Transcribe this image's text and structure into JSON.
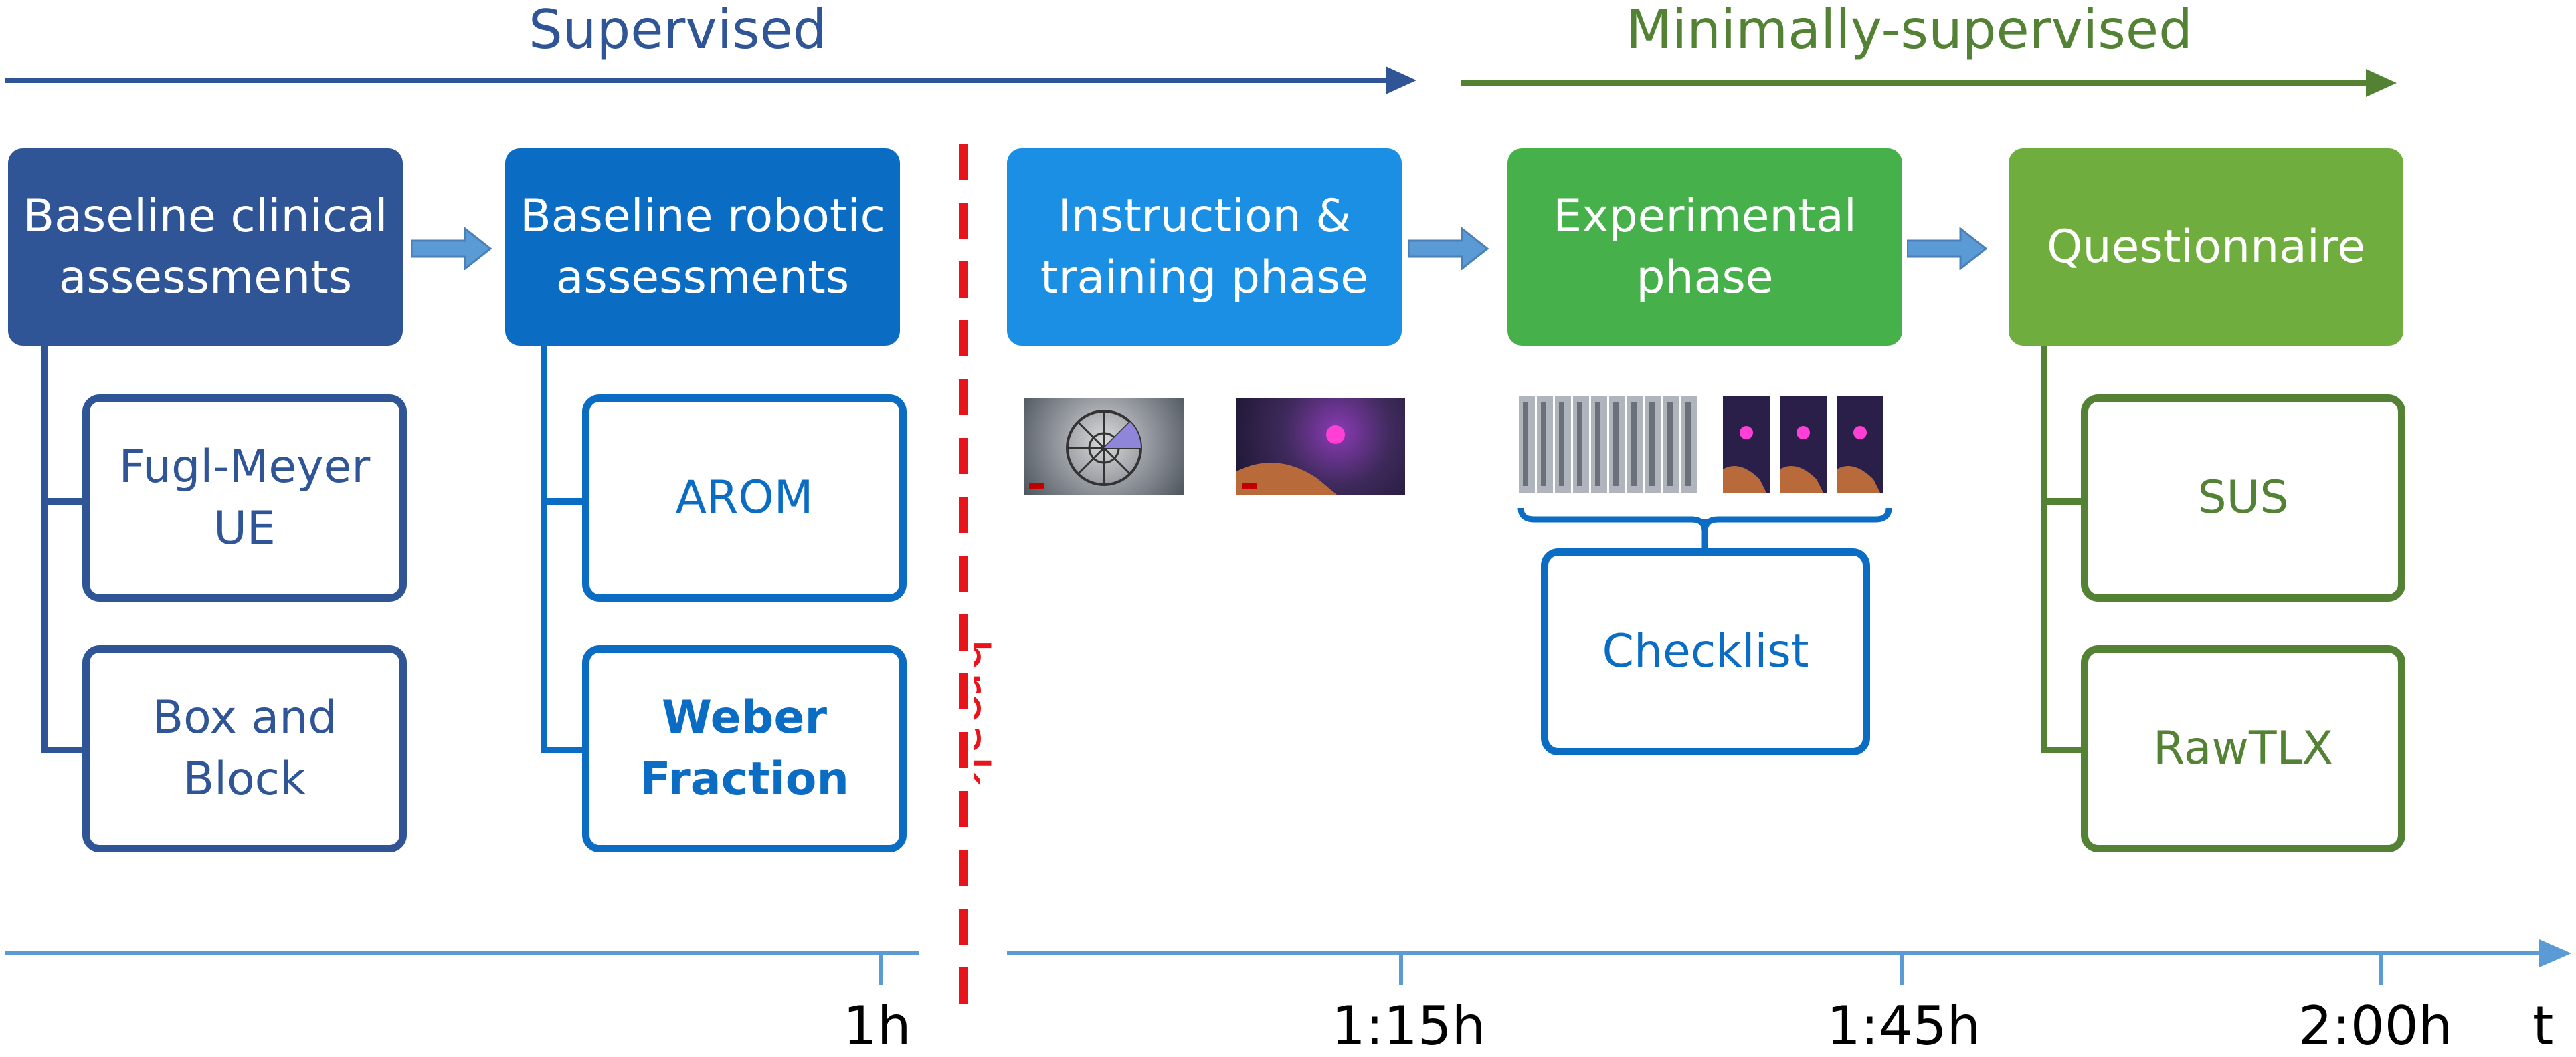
{
  "phases": {
    "supervised": "Supervised",
    "minimally_supervised": "Minimally-supervised"
  },
  "stages": {
    "clinical": "Baseline clinical\nassessments",
    "robotic": "Baseline robotic\nassessments",
    "instruction": "Instruction &\ntraining phase",
    "experimental": "Experimental\nphase",
    "questionnaire": "Questionnaire"
  },
  "assessments": {
    "fugl_meyer": "Fugl-Meyer\nUE",
    "box_block": "Box and\nBlock",
    "arom": "AROM",
    "weber": "Weber\nFraction",
    "checklist": "Checklist",
    "sus": "SUS",
    "rawtlx": "RawTLX"
  },
  "break_label": "break",
  "timeline": {
    "ticks": [
      "1h",
      "1:15h",
      "1:45h",
      "2:00h"
    ],
    "axis_label": "t"
  },
  "colors": {
    "supervised": "#2f5597",
    "minimal": "#548235",
    "clinical": "#2f5597",
    "robotic": "#0b6cc4",
    "instruction": "#1a8fe3",
    "experimental": "#46b04b",
    "questionnaire": "#6fad3f",
    "break": "#e8141b",
    "axis": "#5b9bd5"
  }
}
